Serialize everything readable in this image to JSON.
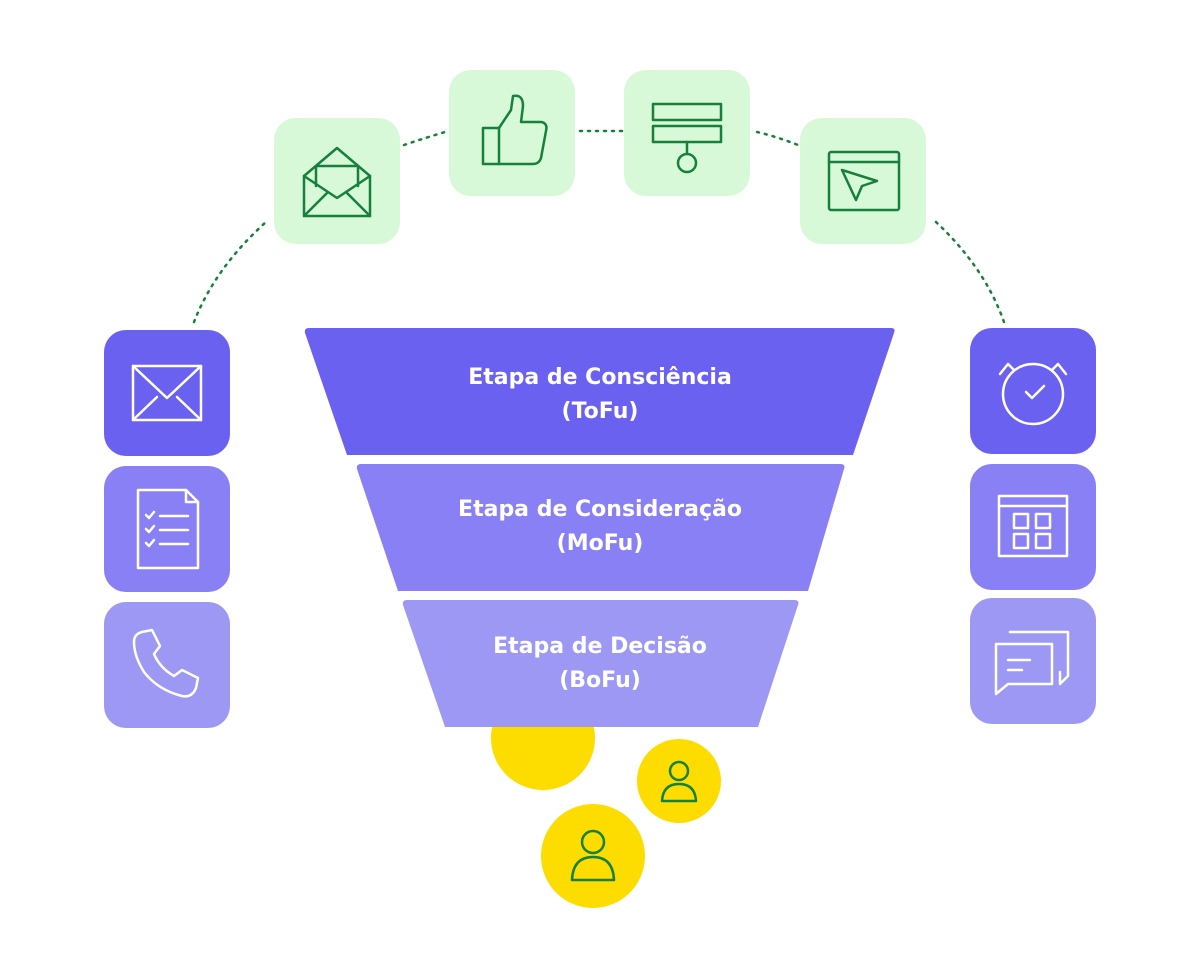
{
  "colors": {
    "accent_green_bg": "#d7f9d7",
    "accent_green_line": "#17803a",
    "purple_dark": "#6a61f0",
    "purple_mid": "#8880f4",
    "purple_light": "#9d98f4",
    "yellow": "#fddc00"
  },
  "stages": [
    {
      "title": "Etapa de Consciência",
      "code": "(ToFu)"
    },
    {
      "title": "Etapa de Consideração",
      "code": "(MoFu)"
    },
    {
      "title": "Etapa de Decisão",
      "code": "(BoFu)"
    }
  ],
  "icons": {
    "top": [
      "open-envelope-icon",
      "thumbs-up-icon",
      "flowchart-icon",
      "browser-cursor-icon"
    ],
    "left": [
      "mail-icon",
      "checklist-document-icon",
      "phone-icon"
    ],
    "right": [
      "alarm-clock-icon",
      "grid-window-icon",
      "chat-bubbles-icon"
    ],
    "bottom": [
      "user-icon",
      "user-icon"
    ]
  }
}
